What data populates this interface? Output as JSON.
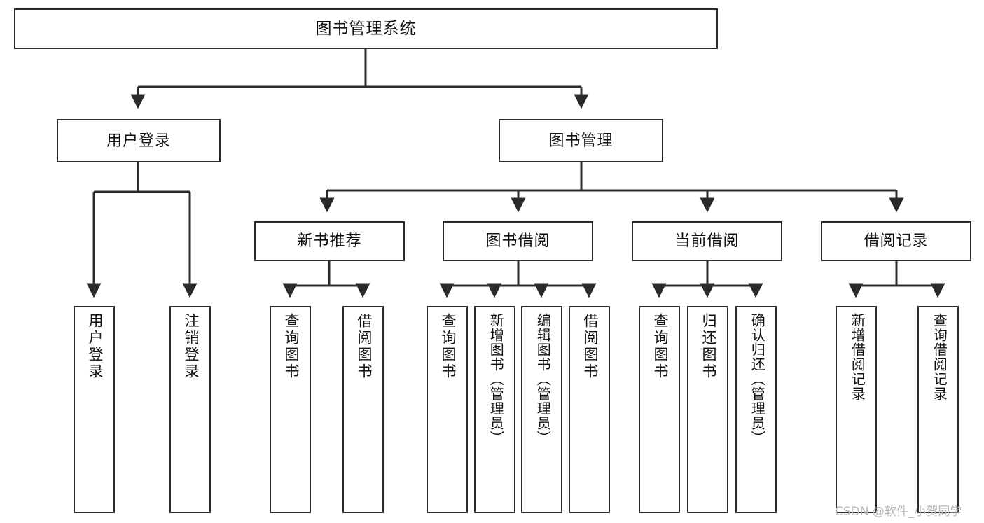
{
  "diagram": {
    "title": "图书管理系统",
    "type": "tree",
    "colors": {
      "stroke": "#2b2b2b",
      "fill": "#ffffff",
      "text": "#111111",
      "watermark": "#b8b8b8"
    },
    "root": {
      "label": "图书管理系统"
    },
    "level2": [
      {
        "label": "用户登录"
      },
      {
        "label": "图书管理"
      }
    ],
    "level3": [
      {
        "label": "新书推荐"
      },
      {
        "label": "图书借阅"
      },
      {
        "label": "当前借阅"
      },
      {
        "label": "借阅记录"
      }
    ],
    "leaves": {
      "user_login": [
        {
          "label": "用户登录"
        },
        {
          "label": "注销登录"
        }
      ],
      "new_book": [
        {
          "label": "查询图书"
        },
        {
          "label": "借阅图书"
        }
      ],
      "book_borrow": [
        {
          "label": "查询图书"
        },
        {
          "label": "新增图书（管理员）"
        },
        {
          "label": "编辑图书（管理员）"
        },
        {
          "label": "借阅图书"
        }
      ],
      "current_borrow": [
        {
          "label": "查询图书"
        },
        {
          "label": "归还图书"
        },
        {
          "label": "确认归还（管理员）"
        }
      ],
      "borrow_record": [
        {
          "label": "新增借阅记录"
        },
        {
          "label": "查询借阅记录"
        }
      ]
    }
  },
  "watermark": {
    "text": "CSDN @软件_小贺同学"
  }
}
